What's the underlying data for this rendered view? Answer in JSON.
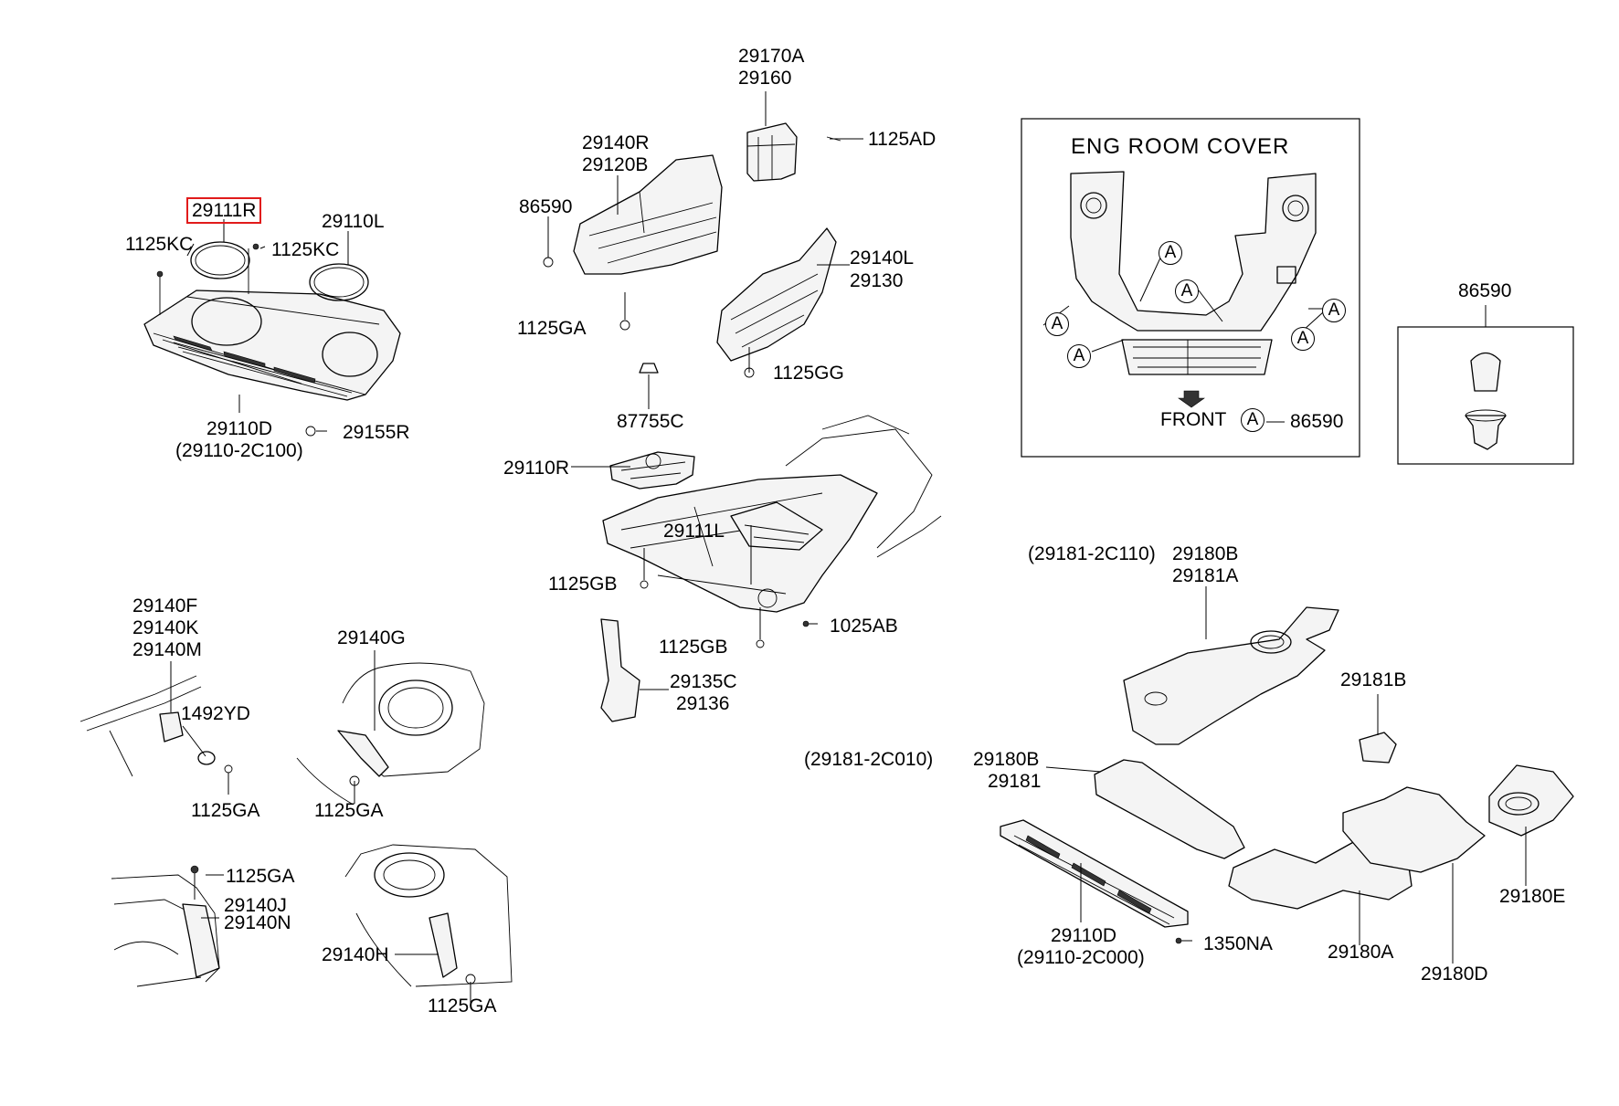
{
  "diagram": {
    "highlight_color": "#e11b1b",
    "labels": {
      "p29111R": "29111R",
      "p1125KC_left": "1125KC",
      "p1125KC_right": "1125KC",
      "p29110L": "29110L",
      "p29110D_top": "29110D",
      "p29110D_top_alt": "(29110-2C100)",
      "p29155R": "29155R",
      "p29170A": "29170A",
      "p29160": "29160",
      "p1125AD": "1125AD",
      "p29140R": "29140R",
      "p29120B": "29120B",
      "p86590_mid": "86590",
      "p1125GA_mid": "1125GA",
      "p29140L": "29140L",
      "p29130": "29130",
      "p1125GG": "1125GG",
      "p87755C": "87755C",
      "p29110R": "29110R",
      "p29111L": "29111L",
      "p1125GB_left": "1125GB",
      "p1125GB_right": "1125GB",
      "p1025AB": "1025AB",
      "p29135C": "29135C",
      "p29136": "29136",
      "p29140F": "29140F",
      "p29140K": "29140K",
      "p29140M": "29140M",
      "p1492YD": "1492YD",
      "p1125GA_bl1": "1125GA",
      "p29140G": "29140G",
      "p1125GA_bl2": "1125GA",
      "p1125GA_bl3": "1125GA",
      "p29140J": "29140J",
      "p29140N": "29140N",
      "p29140H": "29140H",
      "p1125GA_bl4": "1125GA",
      "p86590_box": "86590",
      "p29181_2C110": "(29181-2C110)",
      "p29180B_top": "29180B",
      "p29181A": "29181A",
      "p29181B": "29181B",
      "p29181_2C010": "(29181-2C010)",
      "p29180B_mid": "29180B",
      "p29181": "29181",
      "p29110D_bottom": "29110D",
      "p29110D_bottom_alt": "(29110-2C000)",
      "p1350NA": "1350NA",
      "p29180A": "29180A",
      "p29180D": "29180D",
      "p29180E": "29180E"
    },
    "inset": {
      "title": "ENG  ROOM  COVER",
      "marker": "A",
      "front_label": "FRONT",
      "marker_part": "86590"
    }
  }
}
